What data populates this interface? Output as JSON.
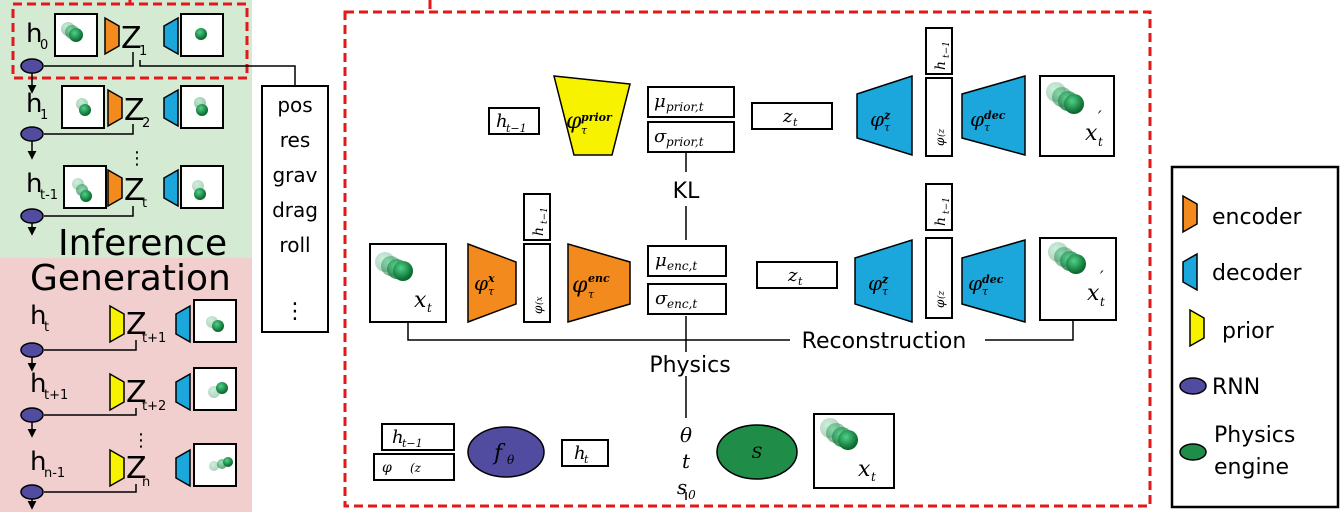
{
  "colors": {
    "inference_bg": "#d4ead2",
    "generation_bg": "#f1cfcf",
    "encoder": "#f28a1e",
    "decoder": "#1ba6dc",
    "prior": "#f7f200",
    "rnn": "#524ca0",
    "physics": "#1f8c47",
    "dashed": "#e3181b"
  },
  "left_panel": {
    "inference_label": "Inference",
    "generation_label": "Generation",
    "inference_steps": [
      {
        "h_base": "h",
        "h_sub": "0",
        "z_base": "Z",
        "z_sub": "1"
      },
      {
        "h_base": "h",
        "h_sub": "1",
        "z_base": "Z",
        "z_sub": "2"
      },
      {
        "h_base": "h",
        "h_sub": "t-1",
        "z_base": "Z",
        "z_sub": "t"
      }
    ],
    "generation_steps": [
      {
        "h_base": "h",
        "h_sub": "t",
        "z_base": "Z",
        "z_sub": "t+1"
      },
      {
        "h_base": "h",
        "h_sub": "t+1",
        "z_base": "Z",
        "z_sub": "t+2"
      },
      {
        "h_base": "h",
        "h_sub": "n-1",
        "z_base": "Z",
        "z_sub": "n"
      }
    ],
    "ellipsis": "⋮"
  },
  "physics_params": [
    "pos",
    "res",
    "grav",
    "drag",
    "roll",
    "⋮"
  ],
  "main": {
    "h_prev": "h",
    "h_prev_sub": "t−1",
    "phi_prior": "φ",
    "phi_prior_sup": "prior",
    "phi_prior_sub": "τ",
    "mu_prior": "μ",
    "mu_prior_sub": "prior,t",
    "sigma_prior": "σ",
    "sigma_prior_sub": "prior,t",
    "z_t": "z",
    "z_t_sub": "t",
    "phi_z": "φ",
    "phi_z_sup": "z",
    "phi_z_sub": "τ",
    "phi_z_of": "φ",
    "phi_z_of_arg": "(z",
    "phi_dec": "φ",
    "phi_dec_sup": "dec",
    "phi_dec_sub": "τ",
    "x_t_prime": "x",
    "x_t_prime_sup": "′",
    "x_t_prime_sub": "t",
    "kl": "KL",
    "x_t": "x",
    "x_t_sub": "t",
    "phi_x": "φ",
    "phi_x_sup": "x",
    "phi_x_sub": "τ",
    "phi_x_of": "φ",
    "phi_x_of_arg": "(x",
    "phi_enc": "φ",
    "phi_enc_sup": "enc",
    "phi_enc_sub": "τ",
    "mu_enc": "μ",
    "mu_enc_sub": "enc,t",
    "sigma_enc": "σ",
    "sigma_enc_sub": "enc,t",
    "reconstruction": "Reconstruction",
    "physics": "Physics",
    "f_theta": "f",
    "f_theta_sub": "θ",
    "h_t": "h",
    "h_t_sub": "t",
    "theta": "θ",
    "t": "t",
    "s0": "s",
    "s0_sub": "0",
    "S": "S"
  },
  "legend": [
    {
      "icon": "encoder-icon",
      "label": "encoder"
    },
    {
      "icon": "decoder-icon",
      "label": "decoder"
    },
    {
      "icon": "prior-icon",
      "label": "prior"
    },
    {
      "icon": "rnn-icon",
      "label": "RNN"
    },
    {
      "icon": "physics-engine-icon",
      "label": "Physics",
      "label2": "engine"
    }
  ]
}
